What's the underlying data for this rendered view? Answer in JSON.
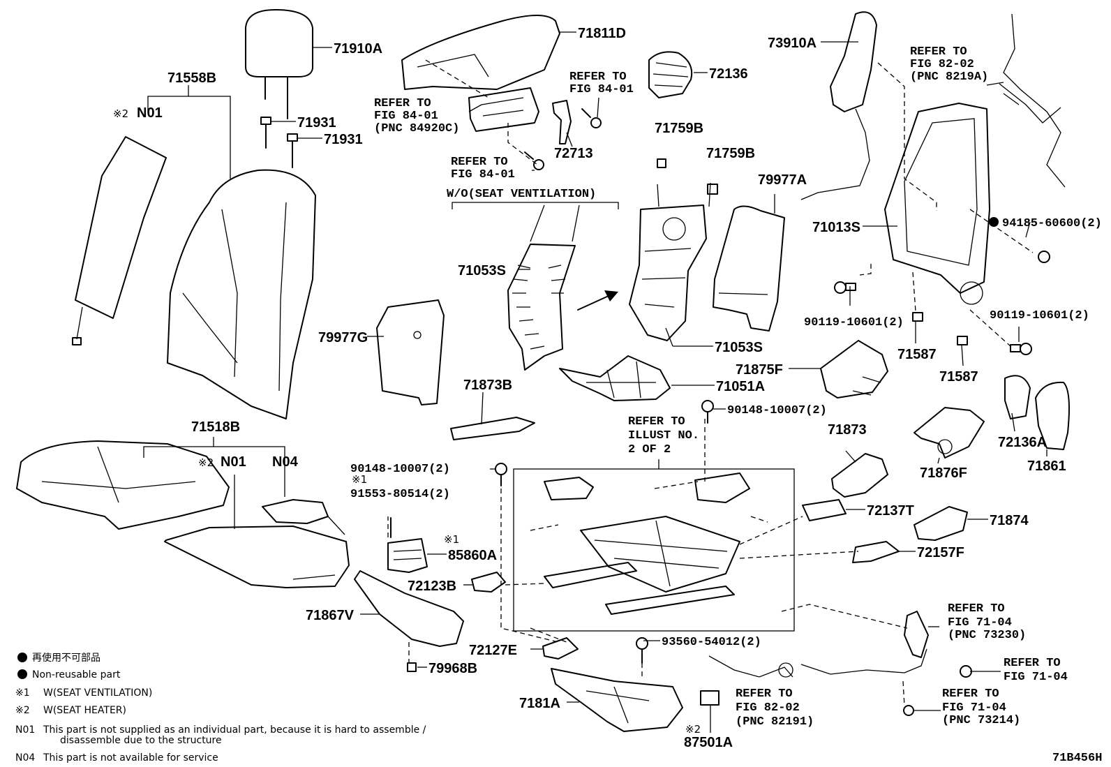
{
  "callouts": {
    "c71910A": "71910A",
    "c71811D": "71811D",
    "c72136": "72136",
    "c73910A": "73910A",
    "c71558B": "71558B",
    "c71931a": "71931",
    "c71931b": "71931",
    "c72713": "72713",
    "c71759Ba": "71759B",
    "c71759Bb": "71759B",
    "c79977A": "79977A",
    "c71013S": "71013S",
    "c71053Sa": "71053S",
    "c71053Sb": "71053S",
    "c79977G": "79977G",
    "c71873B": "71873B",
    "c71051A": "71051A",
    "c71875F": "71875F",
    "c71587a": "71587",
    "c71587b": "71587",
    "c71518B": "71518B",
    "c71873": "71873",
    "c72136A": "72136A",
    "c71861": "71861",
    "c71876F": "71876F",
    "c85860A": "85860A",
    "c72123B": "72123B",
    "c72137T": "72137T",
    "c71874": "71874",
    "c72157F": "72157F",
    "c71867V": "71867V",
    "c72127E": "72127E",
    "c79968B": "79968B",
    "c7181A": "7181A",
    "c87501A": "87501A",
    "cN01a": "N01",
    "cN01b": "N01",
    "cN04": "N04"
  },
  "fasteners": {
    "f94185": "94185-60600(2)",
    "f90119a": "90119-10601(2)",
    "f90119b": "90119-10601(2)",
    "f90148a": "90148-10007(2)",
    "f90148b": "90148-10007(2)",
    "f91553": "91553-80514(2)",
    "f93560": "93560-54012(2)"
  },
  "references": {
    "r1": [
      "REFER TO",
      "FIG 84-01",
      "(PNC 84920C)"
    ],
    "r2": [
      "REFER TO",
      "FIG 84-01"
    ],
    "r3": [
      "REFER TO",
      "FIG 84-01"
    ],
    "r4": [
      "REFER TO",
      "FIG 82-02",
      "(PNC 8219A)"
    ],
    "r5": [
      "REFER TO",
      "ILLUST NO.",
      "2 OF 2"
    ],
    "r6": [
      "REFER TO",
      "FIG 71-04",
      "(PNC 73230)"
    ],
    "r7": [
      "REFER TO",
      "FIG 71-04"
    ],
    "r8": [
      "REFER TO",
      "FIG 82-02",
      "(PNC 82191)"
    ],
    "r9": [
      "REFER TO",
      "FIG 71-04",
      "(PNC 73214)"
    ]
  },
  "group_label": "W/O(SEAT VENTILATION)",
  "marks": {
    "ref_mark_1": "※1",
    "ref_mark_2": "※2"
  },
  "legend": {
    "nonreusable_jp": "再使用不可部品",
    "nonreusable_en": "Non-reusable part",
    "k1_key": "※1",
    "k1_text": "W(SEAT VENTILATION)",
    "k2_key": "※2",
    "k2_text": "W(SEAT HEATER)",
    "n01_key": "N01",
    "n01_text_1": "This part is not supplied as an individual part, because it is hard to assemble /",
    "n01_text_2": "disassemble due to the structure",
    "n04_key": "N04",
    "n04_text": "This part is not available for service"
  },
  "figure_code": "71B456H"
}
